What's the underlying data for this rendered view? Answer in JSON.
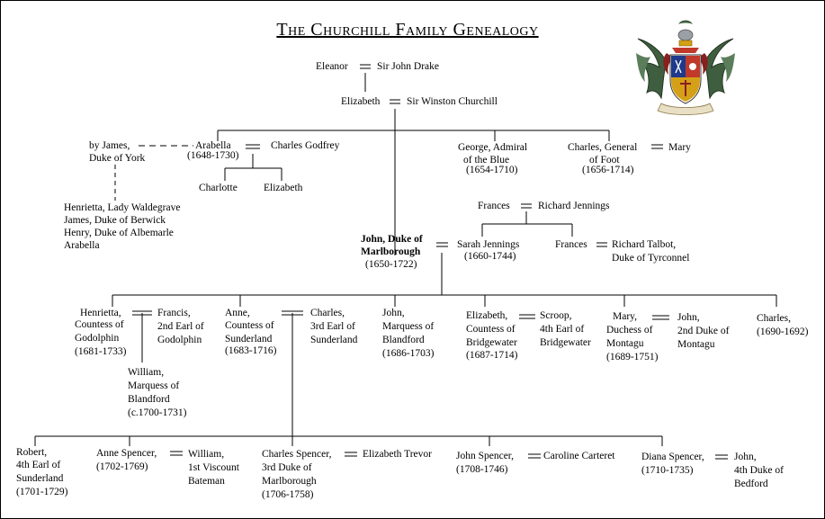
{
  "title": "The Churchill Family Genealogy",
  "people": {
    "eleanor": "Eleanor",
    "sir_john_drake": "Sir John Drake",
    "elizabeth_drake": "Elizabeth",
    "sir_winston": "Sir Winston Churchill",
    "by_james": [
      "by James,",
      "Duke of York"
    ],
    "arabella": [
      "Arabella",
      "(1648-1730)"
    ],
    "charles_godfrey": "Charles Godfrey",
    "charlotte": "Charlotte",
    "elizabeth_godfrey": "Elizabeth",
    "fitzjames_children": [
      "Henrietta, Lady Waldegrave",
      "James, Duke of Berwick",
      "Henry, Duke of Albemarle",
      "Arabella"
    ],
    "george": [
      "George, Admiral",
      "of the Blue",
      "(1654-1710)"
    ],
    "charles_general": [
      "Charles, General",
      "of Foot",
      "(1656-1714)"
    ],
    "mary": "Mary",
    "frances_sr": "Frances",
    "richard_jennings": "Richard Jennings",
    "john_marlborough": [
      "John, Duke of",
      "Marlborough"
    ],
    "john_marlborough_dates": "(1650-1722)",
    "sarah": [
      "Sarah Jennings",
      "(1660-1744)"
    ],
    "frances_jr": "Frances",
    "richard_talbot": [
      "Richard Talbot,",
      "Duke of Tyrconnel"
    ],
    "henrietta": [
      "Henrietta,",
      "Countess of",
      "Godolphin",
      "(1681-1733)"
    ],
    "francis": [
      "Francis,",
      "2nd Earl of",
      "Godolphin"
    ],
    "william_blandford": [
      "William,",
      "Marquess of",
      "Blandford",
      "(c.1700-1731)"
    ],
    "anne": [
      "Anne,",
      "Countess of",
      "Sunderland",
      "(1683-1716)"
    ],
    "charles_sunderland": [
      "Charles,",
      "3rd Earl of",
      "Sunderland"
    ],
    "john_blandford": [
      "John,",
      "Marquess of",
      "Blandford",
      "(1686-1703)"
    ],
    "elizabeth_bridgewater": [
      "Elizabeth,",
      "Countess of",
      "Bridgewater",
      "(1687-1714)"
    ],
    "scroop": [
      "Scroop,",
      "4th Earl of",
      "Bridgewater"
    ],
    "mary_montagu": [
      "Mary,",
      "Duchess of",
      "Montagu",
      "(1689-1751)"
    ],
    "john_montagu": [
      "John,",
      "2nd Duke of",
      "Montagu"
    ],
    "charles_young": [
      "Charles,",
      "(1690-1692)"
    ],
    "robert": [
      "Robert,",
      "4th Earl of",
      "Sunderland",
      "(1701-1729)"
    ],
    "anne_spencer": [
      "Anne Spencer,",
      "(1702-1769)"
    ],
    "william_bateman": [
      "William,",
      "1st Viscount",
      "Bateman"
    ],
    "charles_spencer": [
      "Charles Spencer,",
      "3rd Duke of",
      "Marlborough",
      "(1706-1758)"
    ],
    "elizabeth_trevor": "Elizabeth Trevor",
    "john_spencer": [
      "John Spencer,",
      "(1708-1746)"
    ],
    "caroline_carteret": "Caroline Carteret",
    "diana_spencer": [
      "Diana Spencer,",
      "(1710-1735)"
    ],
    "john_bedford": [
      "John,",
      "4th Duke of",
      "Bedford"
    ]
  },
  "icons": {
    "crest": "coat-of-arms-icon"
  }
}
